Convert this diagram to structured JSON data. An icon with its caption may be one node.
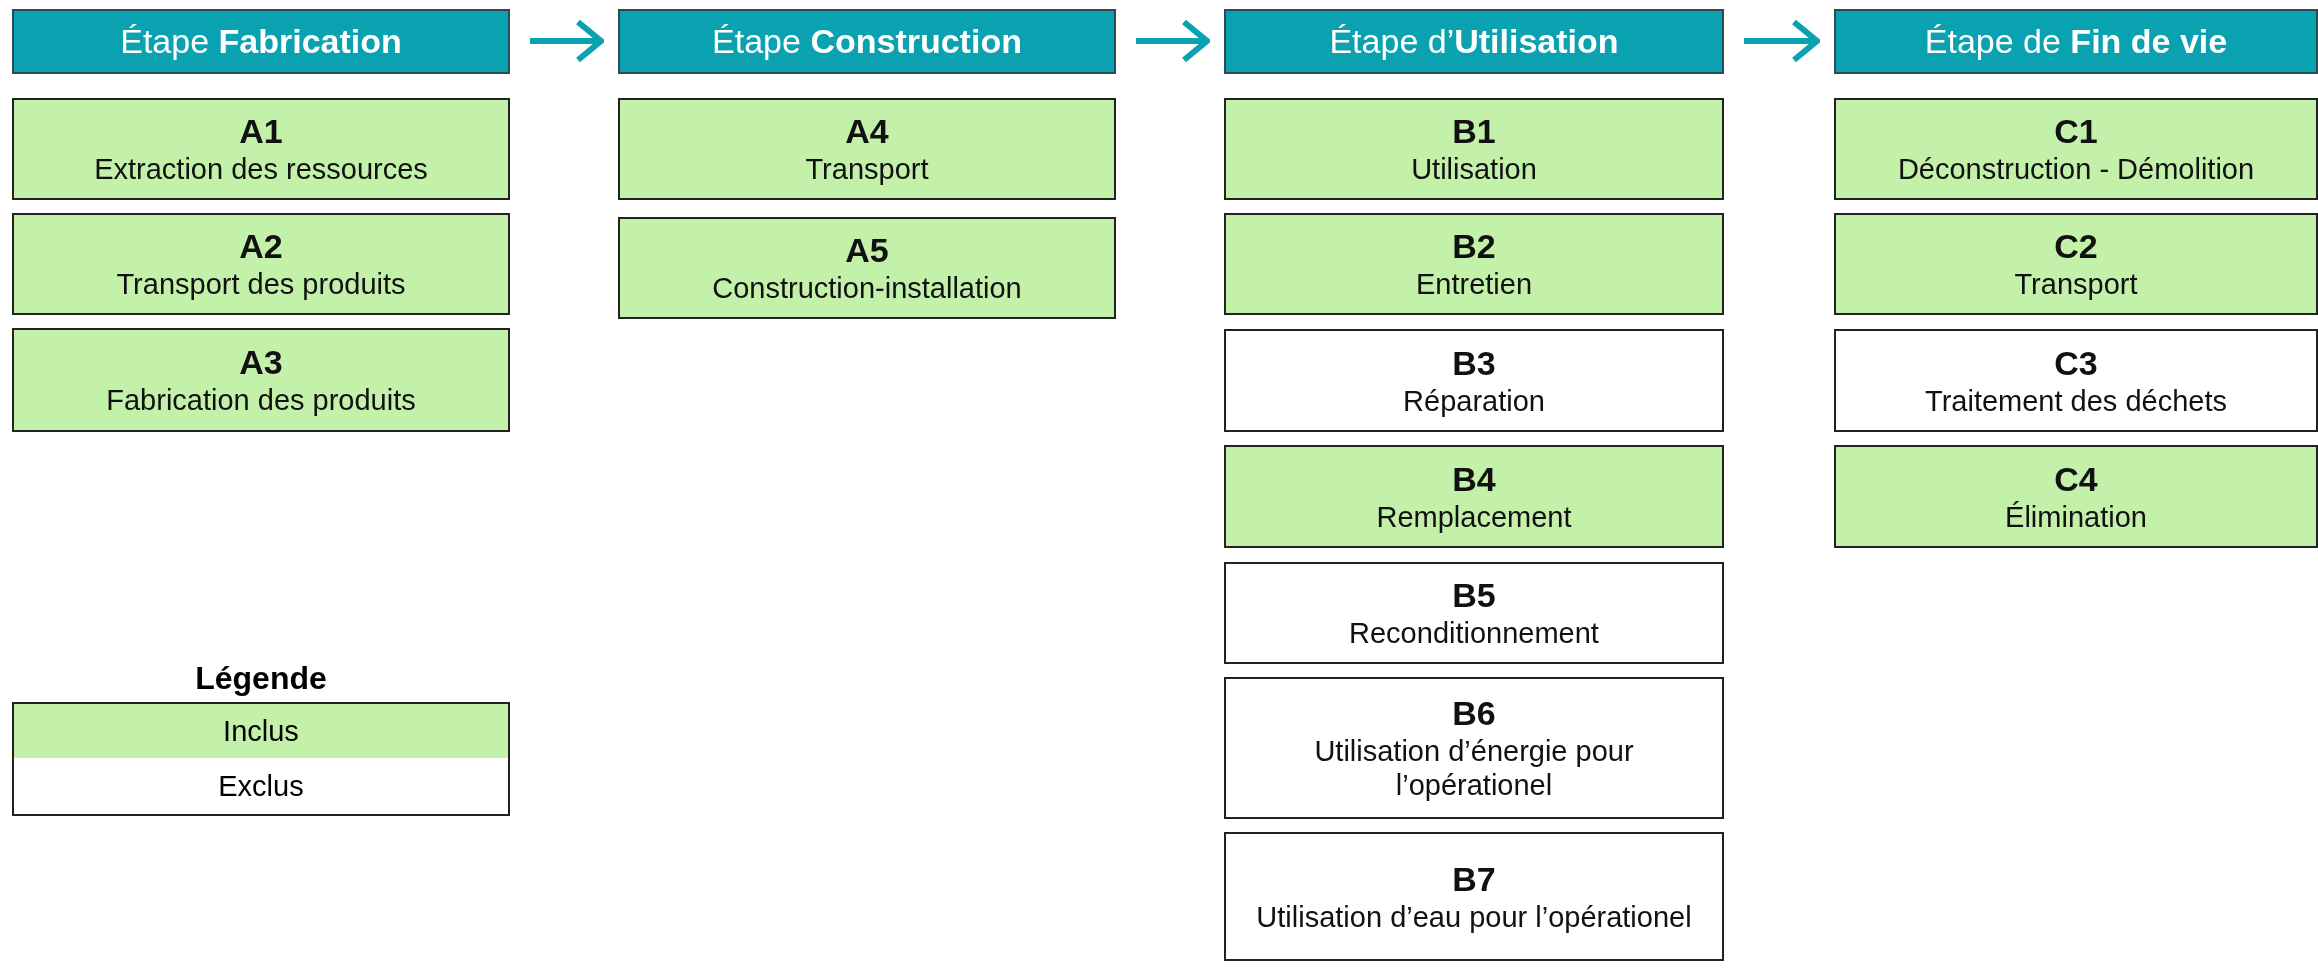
{
  "diagram": {
    "nodes": [
      {
        "text": [
          "Étape **Fabrication**"
        ]
      },
      {
        "text": [
          "A1",
          "Extraction des ressources"
        ]
      },
      {
        "text": [
          "A2",
          "Transport des produits"
        ]
      },
      {
        "text": [
          "A3",
          "Fabrication des produits"
        ]
      },
      {
        "text": [
          "Étape **Construction**"
        ]
      },
      {
        "text": [
          "A4",
          "Transport"
        ]
      },
      {
        "text": [
          "A5",
          "Construction-installation"
        ]
      },
      {
        "text": [
          "Étape d’**Utilisation**"
        ]
      },
      {
        "text": [
          "B1",
          "Utilisation"
        ]
      },
      {
        "text": [
          "B2",
          "Entretien"
        ]
      },
      {
        "text": [
          "B3",
          "Réparation"
        ]
      },
      {
        "text": [
          "B4",
          "Remplacement"
        ]
      },
      {
        "text": [
          "B5",
          "Reconditionnement"
        ]
      },
      {
        "text": [
          "B6",
          "Utilisation d’énergie pour l’opérationel"
        ]
      },
      {
        "text": [
          "B7",
          "Utilisation d’eau pour l’opérationel"
        ]
      },
      {
        "text": [
          "Étape de **Fin de vie**"
        ]
      },
      {
        "text": [
          "C1",
          "Déconstruction - Démolition"
        ]
      },
      {
        "text": [
          "C2",
          "Transport"
        ]
      },
      {
        "text": [
          "C3",
          "Traitement des déchets"
        ]
      },
      {
        "text": [
          "C4",
          "Élimination"
        ]
      }
    ],
    "edges": [
      {
        "from": 0,
        "to": 4,
        "arrow": "to"
      },
      {
        "from": 4,
        "to": 7,
        "arrow": "to"
      },
      {
        "from": 7,
        "to": 15,
        "arrow": "to"
      }
    ],
    "labels": [
      "Légende"
    ],
    "legend": [
      {
        "text": "Inclus",
        "color": "#c3f1a9"
      },
      {
        "text": "Exclus",
        "color": "#ffffff"
      }
    ]
  }
}
